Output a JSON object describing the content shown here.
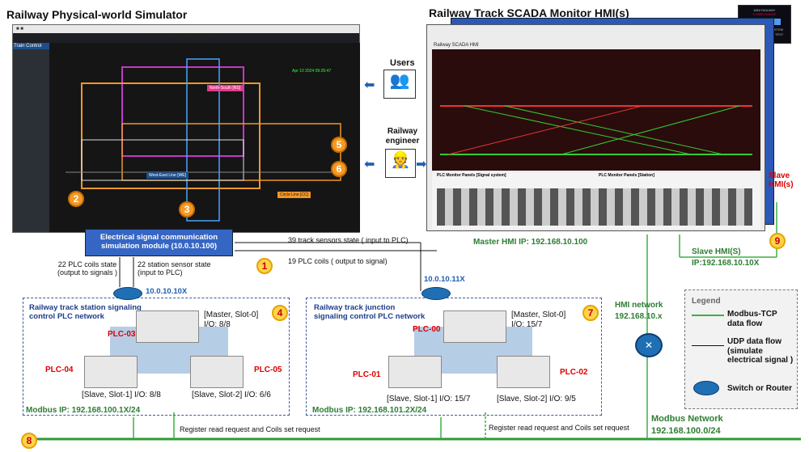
{
  "titles": {
    "simulator": "Railway Physical-world Simulator",
    "scada": "Railway Track SCADA Monitor HMI(s)"
  },
  "simulator_window": {
    "window_title": "RealWorld Metro System Simulator",
    "train_control": "Train Control",
    "line_north_south": "North-South [NS]",
    "line_west_east": "West-East Line [WE]",
    "line_circle": "Circle Line [CC]",
    "date": "Apr 10 2024 09:26:47"
  },
  "hmi_window": {
    "title": "Railway SCADA HMI",
    "plc_panel_signal": "PLC Monitor Panels [Signal system]",
    "plc_panel_station": "PLC Monitor Panels [Station]"
  },
  "logo": {
    "line1": "MINI RAILWAY",
    "line2": "CYBER RANGE",
    "line3": "RAILWAY IT/OT SYSTEM",
    "line4": "CYBER SECURITY TEST PLATFORM"
  },
  "actors": {
    "users": "Users",
    "engineer": "Railway engineer"
  },
  "signal_module": {
    "label": "Electrical signal communication simulation module (10.0.10.100)"
  },
  "flows": {
    "track_sensors": "39 track sensors state ( input to PLC)",
    "plc_coils": "19 PLC coils ( output to signal)",
    "plc_coils_state": "22 PLC coils state (output to signals )",
    "station_sensor": "22 station sensor state (input to PLC)",
    "register_req_1": "Register read request  and Coils set request",
    "register_req_2": "Register read request  and Coils set request"
  },
  "master_hmi": "Master HMI IP: 192.168.10.100",
  "slave_hmi": {
    "label": "Slave HMI(S)",
    "ip": "IP:192.168.10.10X",
    "side": "Slave HMI(s)"
  },
  "hmi_network": {
    "label": "HMI network",
    "ip": "192.168.10.x"
  },
  "station_group": {
    "router_ip": "10.0.10.10X",
    "title": "Railway track station signaling control PLC network",
    "master_plc": "PLC-03",
    "master_info": "[Master, Slot-0] I/O: 8/8",
    "slave1_plc": "PLC-04",
    "slave1_info": "[Slave, Slot-1] I/O: 8/8",
    "slave2_plc": "PLC-05",
    "slave2_info": "[Slave, Slot-2] I/O: 6/6",
    "modbus_ip": "Modbus IP: 192.168.100.1X/24"
  },
  "junction_group": {
    "router_ip": "10.0.10.11X",
    "title": "Railway track junction signaling  control PLC network",
    "master_plc": "PLC-00",
    "master_info": "[Master, Slot-0] I/O: 15/7",
    "slave1_plc": "PLC-01",
    "slave1_info": "[Slave, Slot-1] I/O: 15/7",
    "slave2_plc": "PLC-02",
    "slave2_info": "[Slave, Slot-2] I/O: 9/5",
    "modbus_ip": "Modbus IP: 192.168.101.2X/24"
  },
  "modbus_network": {
    "label": "Modbus Network",
    "ip": "192.168.100.0/24"
  },
  "legend": {
    "title": "Legend",
    "modbus": "Modbus-TCP data flow",
    "udp": "UDP data flow (simulate electrical signal )",
    "switch": "Switch or Router"
  },
  "numbers": [
    "1",
    "2",
    "3",
    "4",
    "5",
    "6",
    "7",
    "8",
    "9"
  ],
  "colors": {
    "green_flow": "#3cb043",
    "modbus_line": "#2e9b35",
    "router": "#1f6fb5",
    "track_orange": "#f0962a",
    "track_purple": "#c13ac7"
  }
}
